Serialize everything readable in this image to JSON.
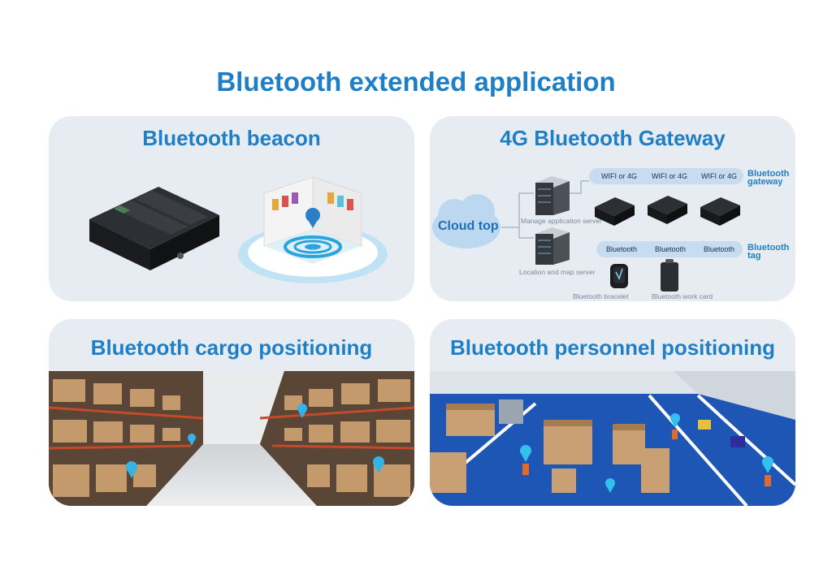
{
  "title": "Bluetooth extended application",
  "cards": {
    "beacon": {
      "title": "Bluetooth beacon"
    },
    "gateway": {
      "title": "4G Bluetooth Gateway",
      "cloud": "Cloud top",
      "servers": [
        "Manage application server",
        "Location and map server"
      ],
      "gateway_pills": [
        "WIFI or 4G",
        "WIFI or 4G",
        "WIFI or 4G"
      ],
      "gateway_label_line1": "Bluetooth",
      "gateway_label_line2": "gateway",
      "tag_pills": [
        "Bluetooth",
        "Bluetooth",
        "Bluetooth"
      ],
      "tag_label_line1": "Bluetooth",
      "tag_label_line2": "tag",
      "devices": [
        "Bluetooth bracelet",
        "Bluetooth work card"
      ]
    },
    "cargo": {
      "title": "Bluetooth cargo positioning"
    },
    "personnel": {
      "title": "Bluetooth personnel positioning"
    }
  },
  "colors": {
    "accent": "#1f7fc6",
    "card_bg": "#e7ecf2",
    "pill_bg": "#c7dcef",
    "cloud": "#bcd8f0",
    "floor_blue": "#1d56b5"
  },
  "icons": [
    "map-pin-icon",
    "server-icon",
    "cloud-icon",
    "beacon-device-icon"
  ]
}
